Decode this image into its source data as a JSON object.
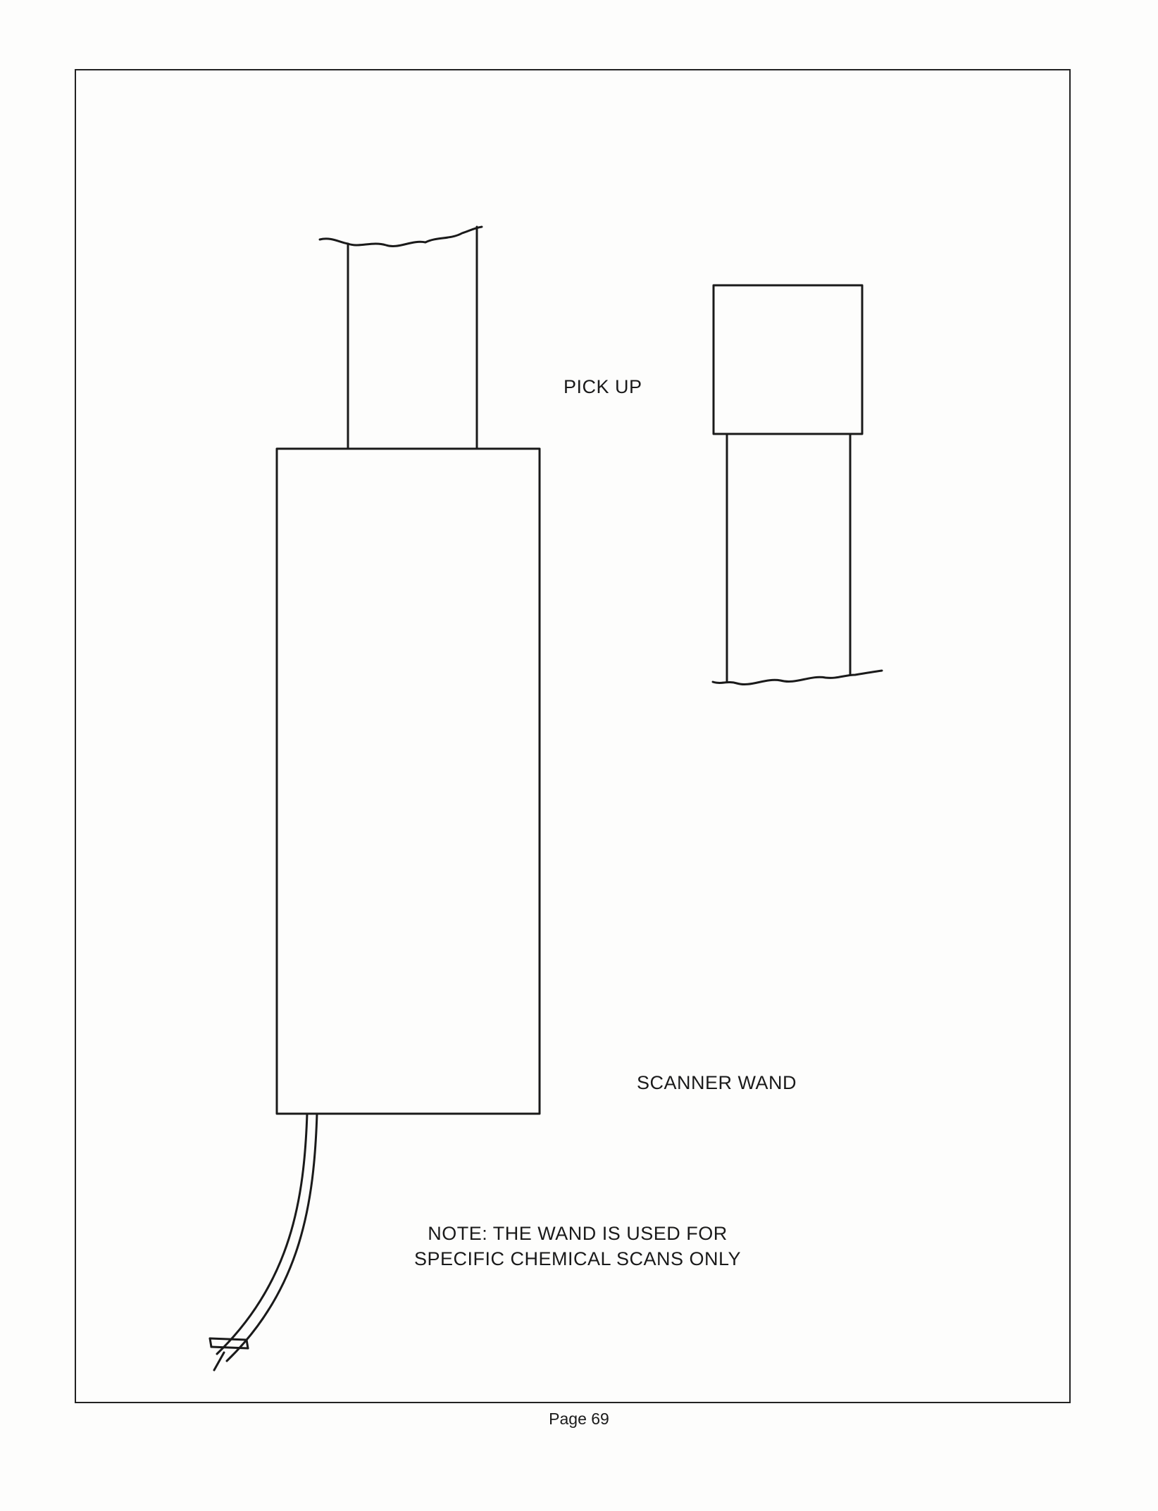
{
  "labels": {
    "pick_up": "PICK UP",
    "scanner_wand": "SCANNER WAND"
  },
  "note": {
    "line1": "NOTE: THE WAND IS USED FOR",
    "line2": "SPECIFIC CHEMICAL SCANS ONLY"
  },
  "page_number": "Page 69",
  "colors": {
    "ink": "#1a1a1a",
    "paper": "#fdfdfc"
  }
}
